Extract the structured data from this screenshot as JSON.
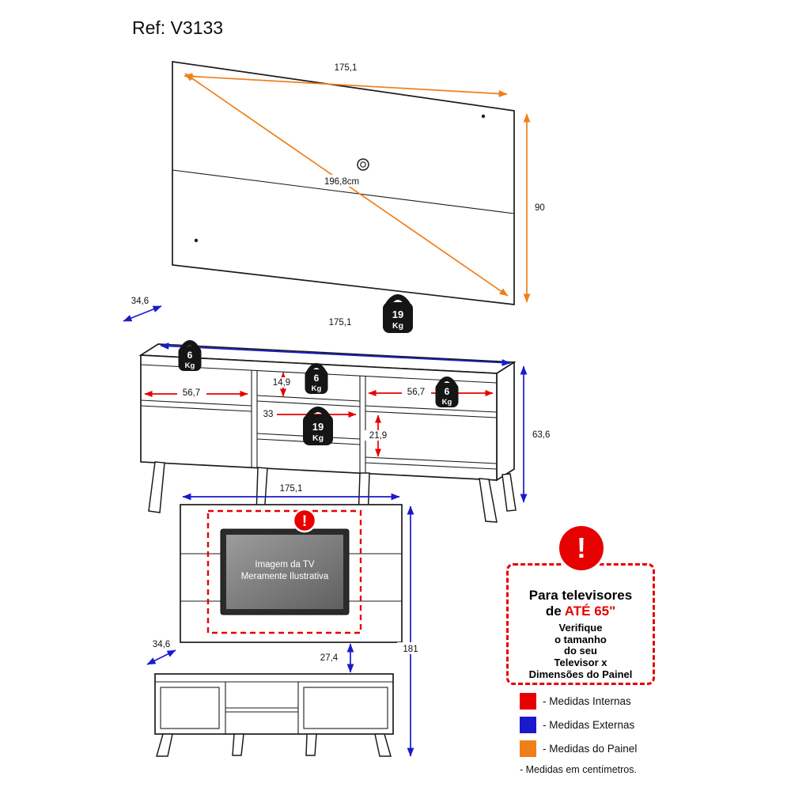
{
  "title": "Ref: V3133",
  "panel_diagram": {
    "width": "175,1",
    "diagonal": "196,8cm",
    "height": "90"
  },
  "stand_diagram": {
    "depth": "34,6",
    "width": "175,1",
    "height": "63,6",
    "weights": [
      {
        "value": "19",
        "unit": "Kg"
      },
      {
        "value": "6",
        "unit": "Kg"
      },
      {
        "value": "6",
        "unit": "Kg"
      },
      {
        "value": "6",
        "unit": "Kg"
      },
      {
        "value": "19",
        "unit": "Kg"
      }
    ],
    "internal": {
      "left_width": "56,7",
      "mid_top_height": "14,9",
      "mid_width": "33",
      "right_width": "56,7",
      "right_mid_height": "21,9"
    }
  },
  "assembled_diagram": {
    "width": "175,1",
    "depth": "34,6",
    "gap": "27,4",
    "total_height": "181",
    "tv_label_line1": "Imagem da TV",
    "tv_label_line2": "Meramente Ilustrativa",
    "icon_exclamation": "!"
  },
  "warning_box": {
    "icon_exclamation": "!",
    "title_line1": "Para televisores",
    "title_line2_prefix": "de ",
    "title_line2_highlight": "ATÉ 65\"",
    "body_lines": [
      "Verifique",
      "o tamanho",
      "do seu",
      "Televisor x",
      "Dimensões do Painel"
    ]
  },
  "legend": {
    "items": [
      {
        "name": "internas",
        "color": "#e60000",
        "label": "- Medidas Internas"
      },
      {
        "name": "externas",
        "color": "#1a1acd",
        "label": "- Medidas Externas"
      },
      {
        "name": "painel",
        "color": "#ef7f1a",
        "label": "- Medidas do Painel"
      }
    ],
    "note": "- Medidas em centímetros."
  },
  "colors": {
    "panel_dim_orange": "#ef7f1a",
    "external_dim_blue": "#1a1acd",
    "internal_dim_red": "#e60000"
  }
}
